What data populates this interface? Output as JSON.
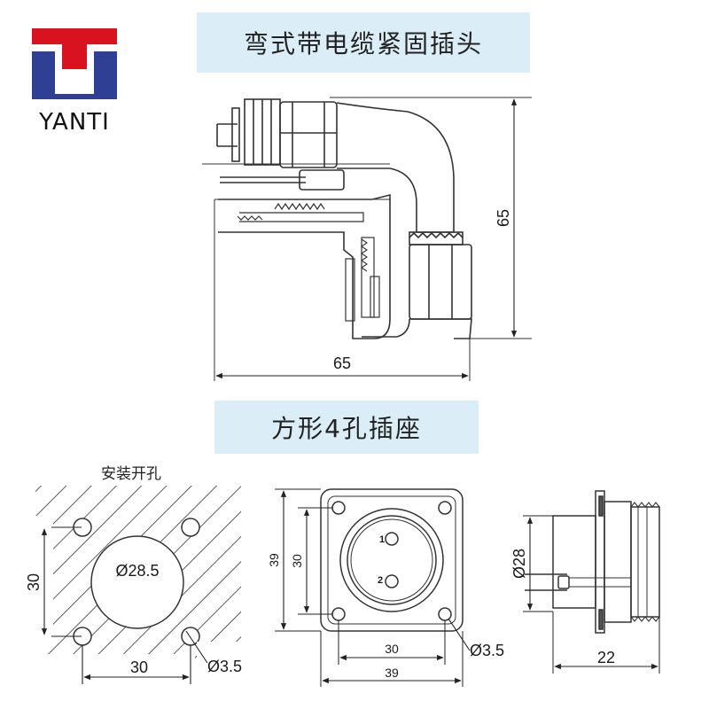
{
  "logo": {
    "brand": "YANTI",
    "colors": {
      "red": "#d8121e",
      "blue": "#2f3f93"
    }
  },
  "sections": {
    "plug_title": "弯式带电缆紧固插头",
    "socket_title": "方形4孔插座",
    "cutout_label": "安装开孔"
  },
  "dimensions": {
    "plug_height": "65",
    "plug_width": "65",
    "cutout_hole_spacing_v": "30",
    "cutout_hole_spacing_h": "30",
    "cutout_center_dia": "Ø28.5",
    "cutout_screw_dia": "Ø3.5",
    "flange_outer_v": "39",
    "flange_hole_v": "30",
    "flange_hole_h": "30",
    "flange_outer_h": "39",
    "flange_screw_dia": "Ø3.5",
    "pin_1": "1",
    "pin_2": "2",
    "side_dia": "Ø28",
    "side_length": "22"
  }
}
